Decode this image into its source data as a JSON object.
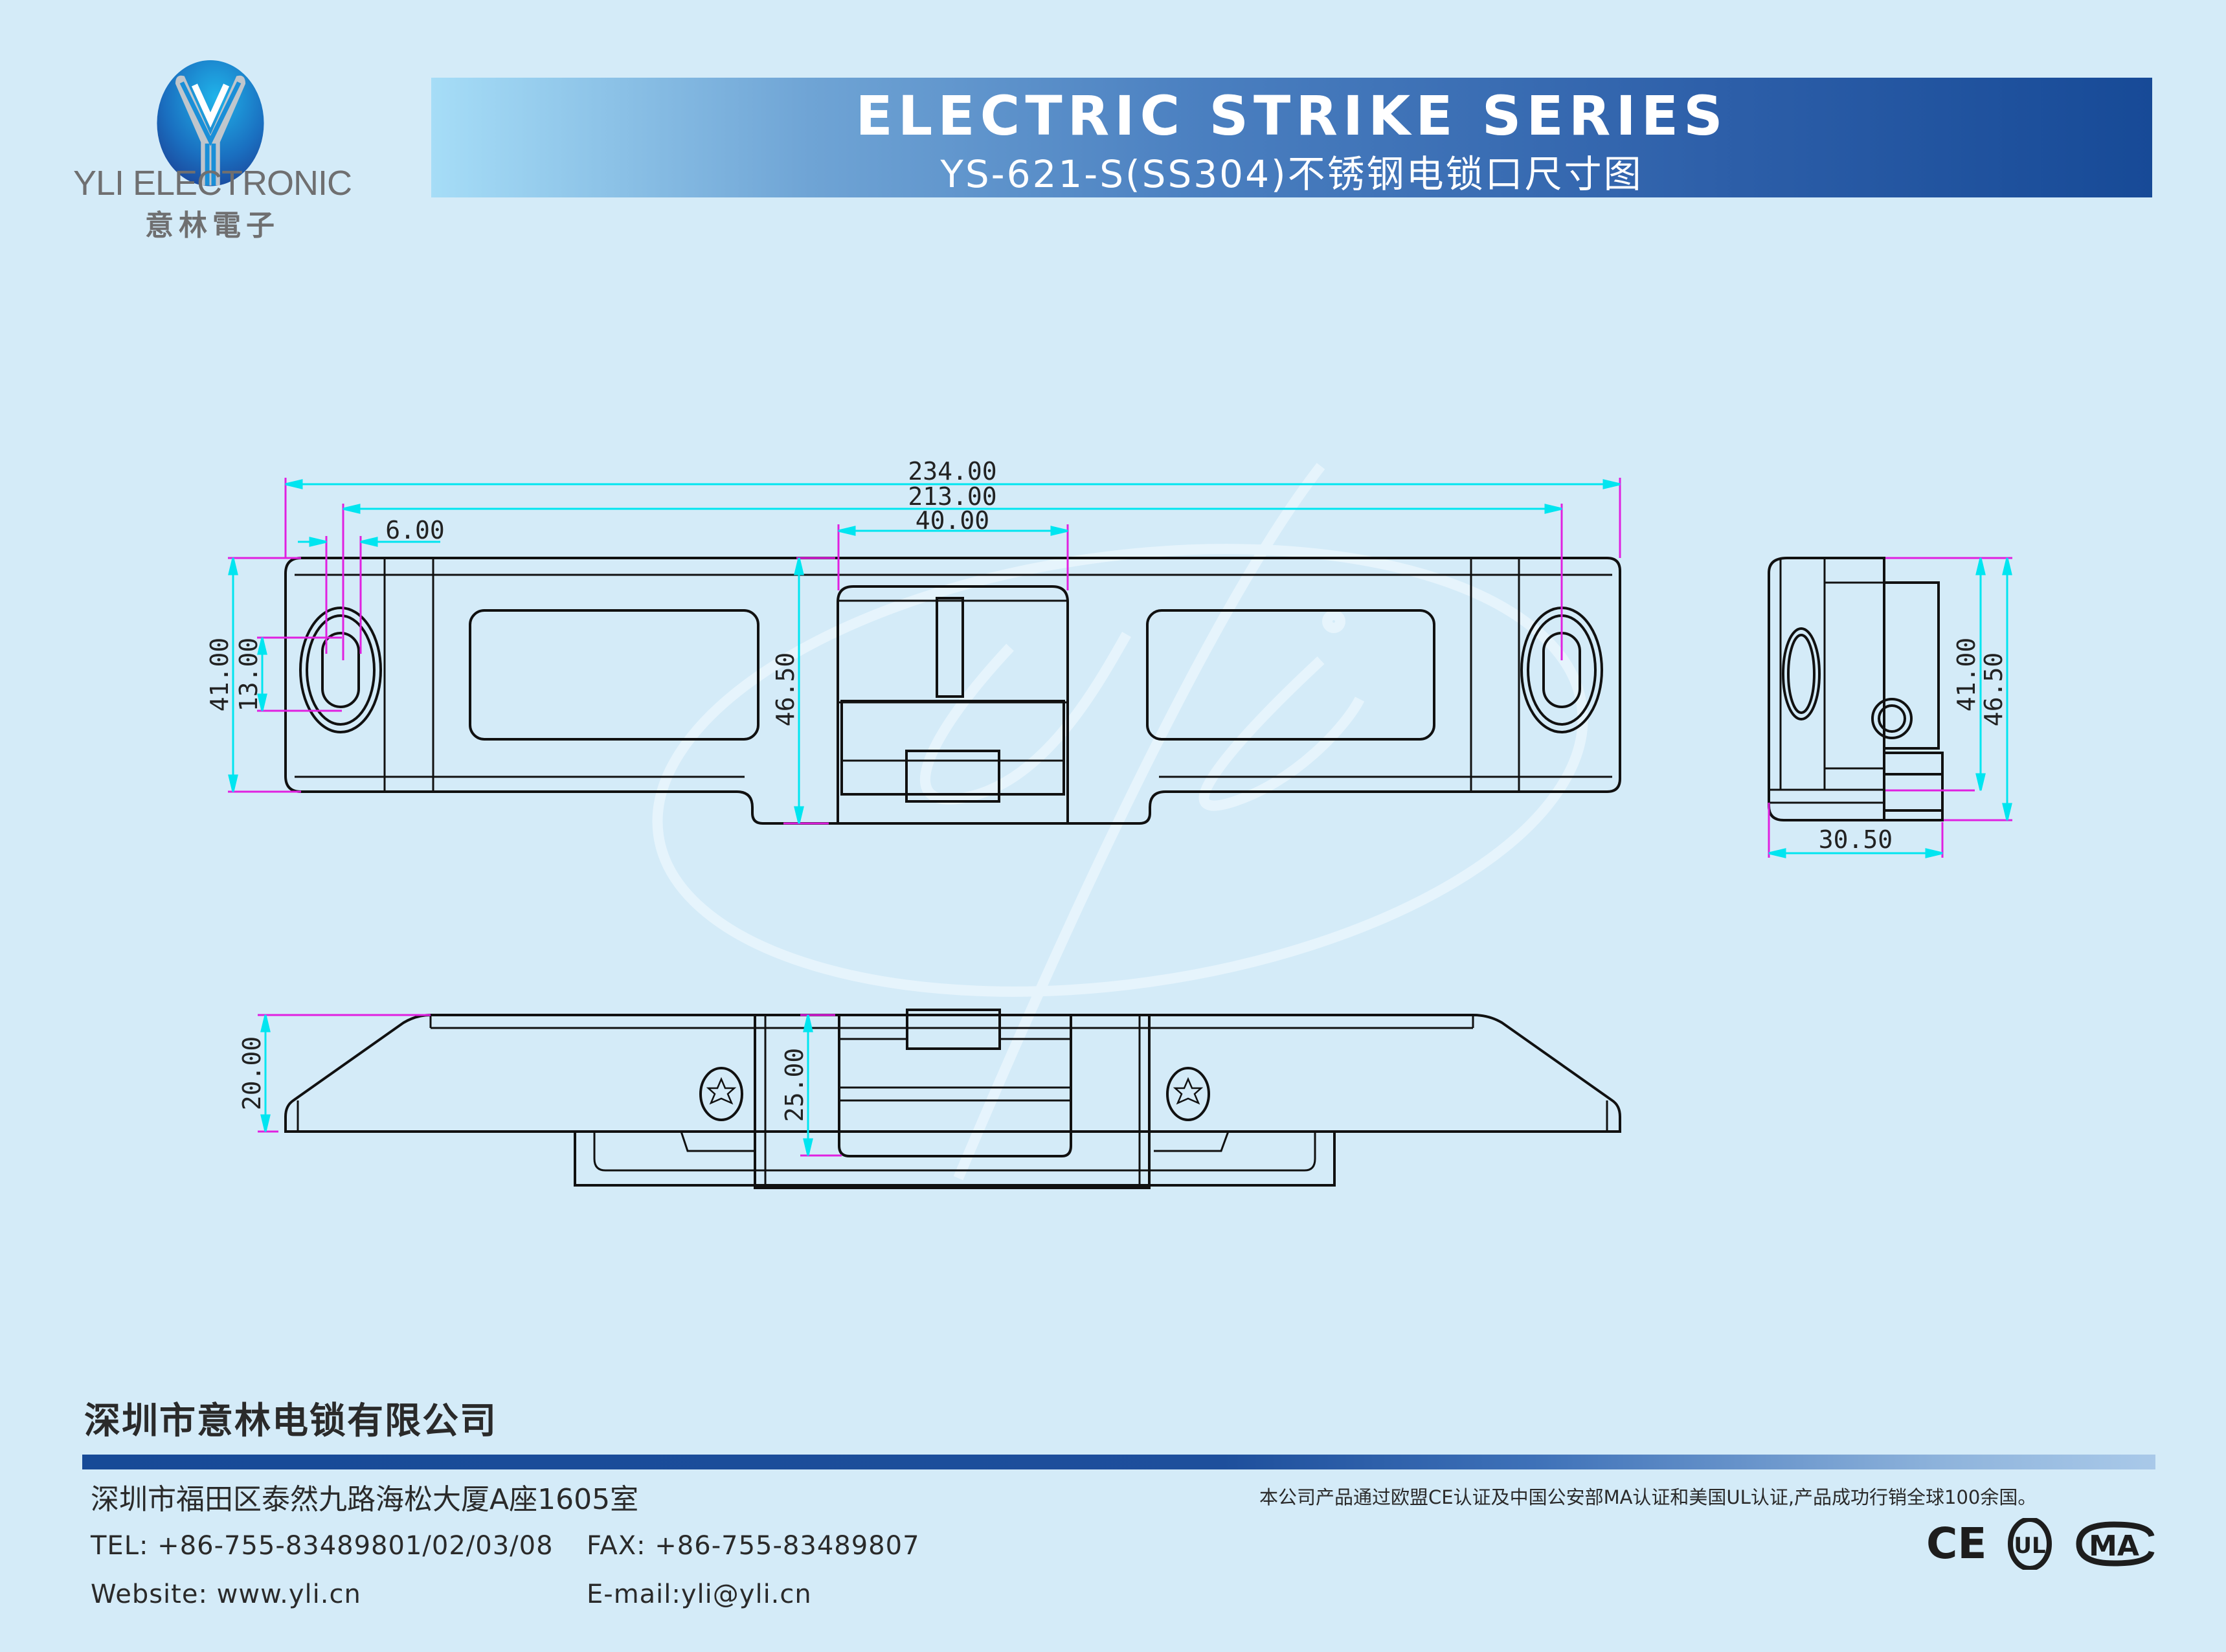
{
  "brand": {
    "name_en": "YLI ELECTRONIC",
    "name_cn": "意林電子",
    "logo_icon": "yli-y-logo-icon"
  },
  "header": {
    "title": "ELECTRIC STRIKE SERIES",
    "subtitle": "YS-621-S(SS304)不锈钢电锁口尺寸图"
  },
  "colors": {
    "background": "#d4ebf8",
    "banner_dark": "#174a97",
    "banner_light": "#a6ddf7",
    "dimension_line": "#00e5f0",
    "extension_line": "#e020e0",
    "outline": "#111111",
    "watermark": "#e8f5fd"
  },
  "drawing": {
    "watermark_text": "yli",
    "top_view": {
      "overall_length": "234.00",
      "hole_spacing": "213.00",
      "keeper_width": "40.00",
      "hole_offset": "6.00",
      "plate_height": "41.00",
      "slot_length": "13.00",
      "total_height": "46.50"
    },
    "side_view": {
      "plate_height": "41.00",
      "total_height": "46.50",
      "depth": "30.50"
    },
    "front_view": {
      "plate_thickness": "20.00",
      "body_depth": "25.00"
    }
  },
  "footer": {
    "company": "深圳市意林电锁有限公司",
    "address": "深圳市福田区泰然九路海松大厦A座1605室",
    "tel": "TEL: +86-755-83489801/02/03/08",
    "fax": "FAX: +86-755-83489807",
    "website": "Website: www.yli.cn",
    "email": "E-mail:yli@yli.cn",
    "certification_note": "本公司产品通过欧盟CE认证及中国公安部MA认证和美国UL认证,产品成功行销全球100余国。",
    "cert_marks": [
      "CE",
      "UL",
      "MA"
    ]
  }
}
